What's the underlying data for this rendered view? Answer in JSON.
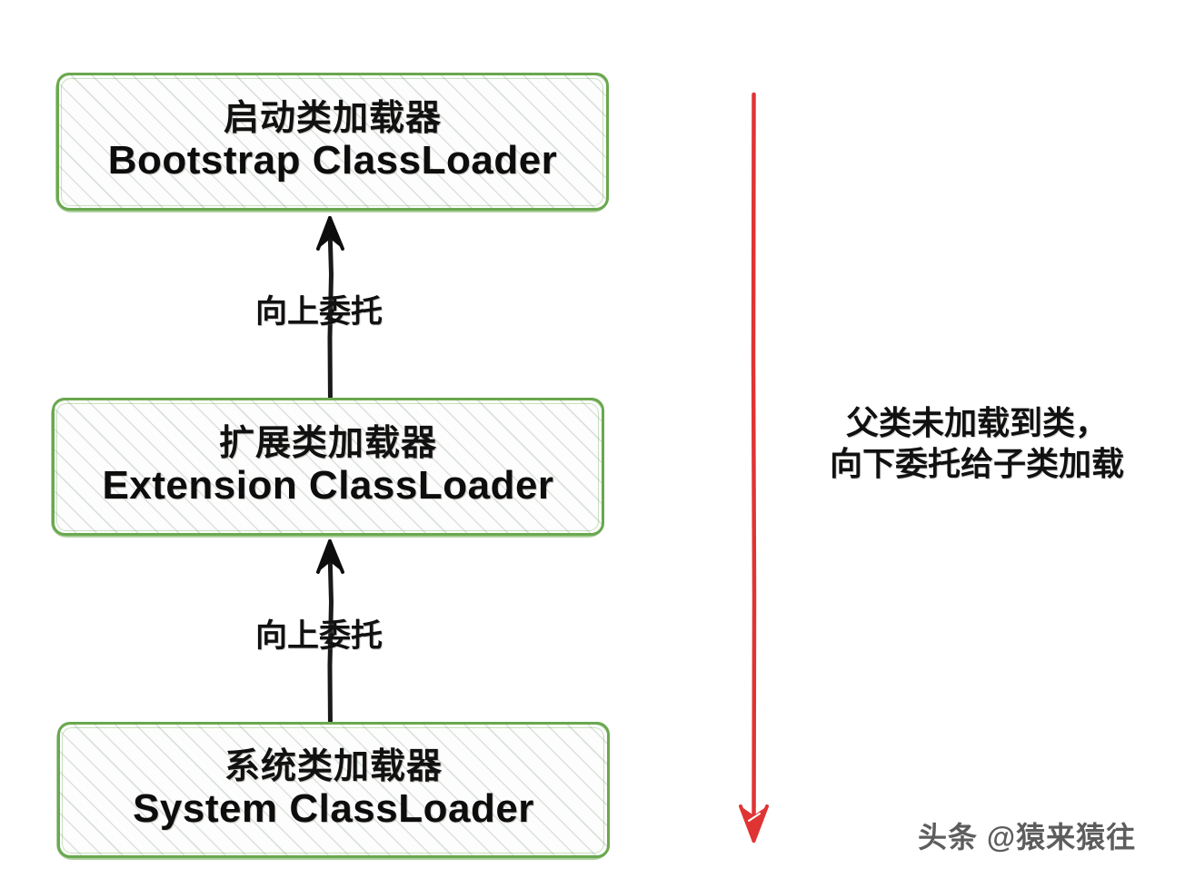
{
  "diagram": {
    "title": "Java ClassLoader Parent Delegation Model",
    "background_color": "#ffffff",
    "box_border_color": "#6aa84f",
    "arrow_color": "#111111",
    "red_accent_color": "#e03434"
  },
  "boxes": [
    {
      "id": "bootstrap",
      "cn": "启动类加载器",
      "en": "Bootstrap ClassLoader"
    },
    {
      "id": "extension",
      "cn": "扩展类加载器",
      "en": "Extension ClassLoader"
    },
    {
      "id": "system",
      "cn": "系统类加载器",
      "en": "System ClassLoader"
    }
  ],
  "connectors": [
    {
      "id": "extension-to-bootstrap",
      "label": "向上委托",
      "direction": "up"
    },
    {
      "id": "system-to-extension",
      "label": "向上委托",
      "direction": "up"
    }
  ],
  "red_flow": {
    "direction": "down",
    "color": "#e03434",
    "note_line1": "父类未加载到类，",
    "note_line2": "向下委托给子类加载"
  },
  "watermark": {
    "text": "头条 @猿来猿往"
  }
}
